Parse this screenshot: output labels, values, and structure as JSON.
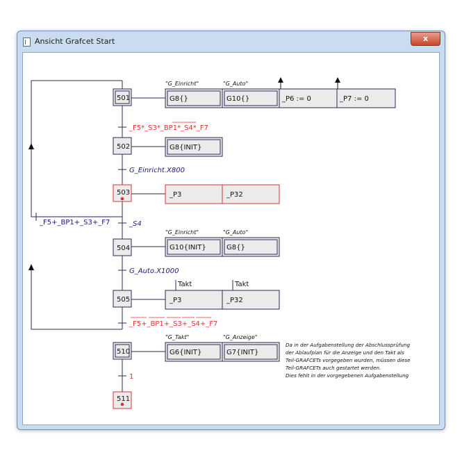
{
  "window": {
    "title": "Ansicht Grafcet Start",
    "close_label": "x"
  },
  "steps": {
    "s501": "501",
    "s502": "502",
    "s503": "503",
    "s504": "504",
    "s505": "505",
    "s510": "510",
    "s511": "511"
  },
  "actions": {
    "a501_1": "G8{}",
    "a501_2": "G10{}",
    "a501_3": "_P6 := 0",
    "a501_4": "_P7 := 0",
    "a502_1": "G8{INIT}",
    "a503_1": "_P3",
    "a503_2": "_P32",
    "a504_1": "G10{INIT}",
    "a504_2": "G8{}",
    "a505_1": "_P3",
    "a505_2": "_P32",
    "a510_1": "G6{INIT}",
    "a510_2": "G7{INIT}"
  },
  "comments": {
    "c501_1": "\"G_Einricht\"",
    "c501_2": "\"G_Auto\"",
    "c504_1": "\"G_Einricht\"",
    "c504_2": "\"G_Auto\"",
    "c510_1": "\"G_Takt\"",
    "c510_2": "\"G_Anzeige\"",
    "takt_1": "Takt",
    "takt_2": "Takt"
  },
  "transitions": {
    "t501": "_F5*_S3*_BP1*_S4*_F7",
    "t502": "G_Einricht.X800",
    "t503": "_S4",
    "t504": "G_Auto.X1000",
    "t505": "_F5+_BP1+_S3+_S4+_F7",
    "t_branch": "_F5+_BP1+_S3+_F7",
    "t510": "1"
  },
  "note": [
    "Da in der Aufgabenstellung der Abschlussprüfung",
    "der Ablaufplan für die Anzeige und den Takt als",
    "Teil-GRAFCETs vorgegeben wurden, müssen diese",
    "Teil-GRAFCETs auch gestartet werden.",
    "Dies fehlt in der vorgegebenen Aufgabenstellung"
  ],
  "colors": {
    "active": "#e03030",
    "ink": "#2b2b55",
    "condition": "#1a1a80"
  }
}
